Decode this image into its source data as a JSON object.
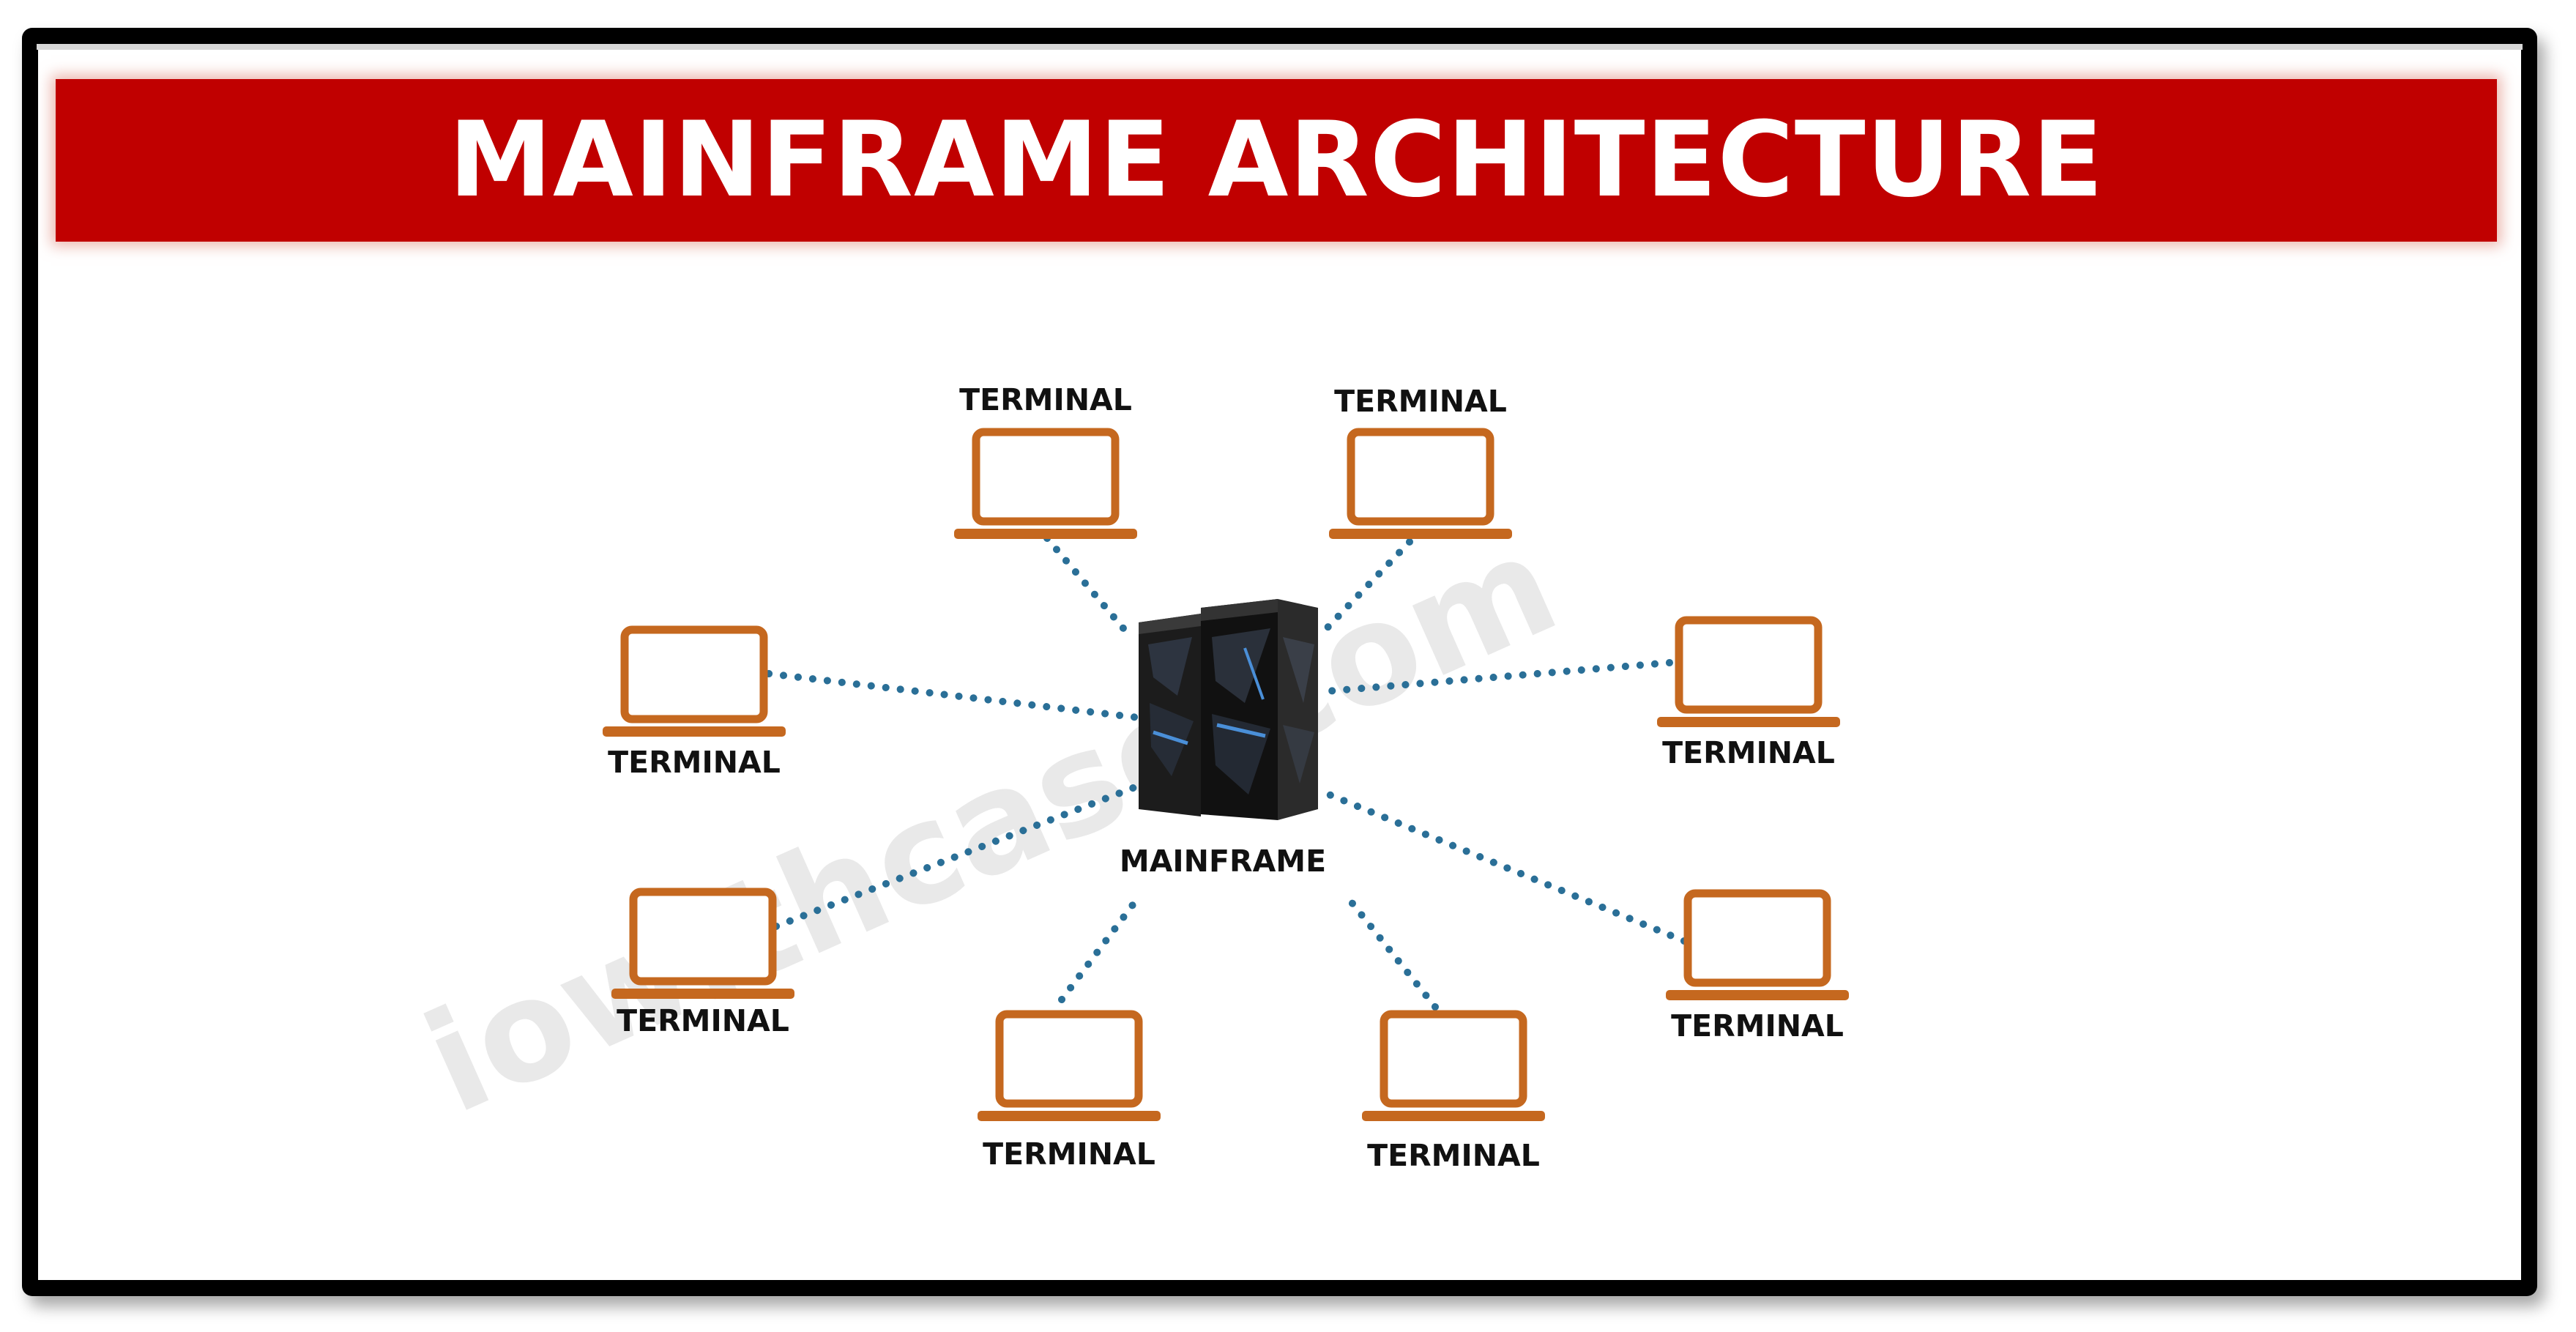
{
  "title": "MAINFRAME ARCHITECTURE",
  "watermark": "iowithcase.com",
  "center_node": {
    "label": "MAINFRAME",
    "icon": "mainframe-server-icon"
  },
  "terminal_icon": "laptop-icon",
  "terminals": [
    {
      "id": "top-left",
      "label": "TERMINAL"
    },
    {
      "id": "top-right",
      "label": "TERMINAL"
    },
    {
      "id": "left",
      "label": "TERMINAL"
    },
    {
      "id": "right",
      "label": "TERMINAL"
    },
    {
      "id": "lower-left",
      "label": "TERMINAL"
    },
    {
      "id": "lower-right",
      "label": "TERMINAL"
    },
    {
      "id": "bottom-left",
      "label": "TERMINAL"
    },
    {
      "id": "bottom-right",
      "label": "TERMINAL"
    }
  ],
  "colors": {
    "banner": "#c00000",
    "banner_text": "#ffffff",
    "terminal": "#c5681f",
    "connector": "#2a6f97",
    "frame": "#000000"
  }
}
